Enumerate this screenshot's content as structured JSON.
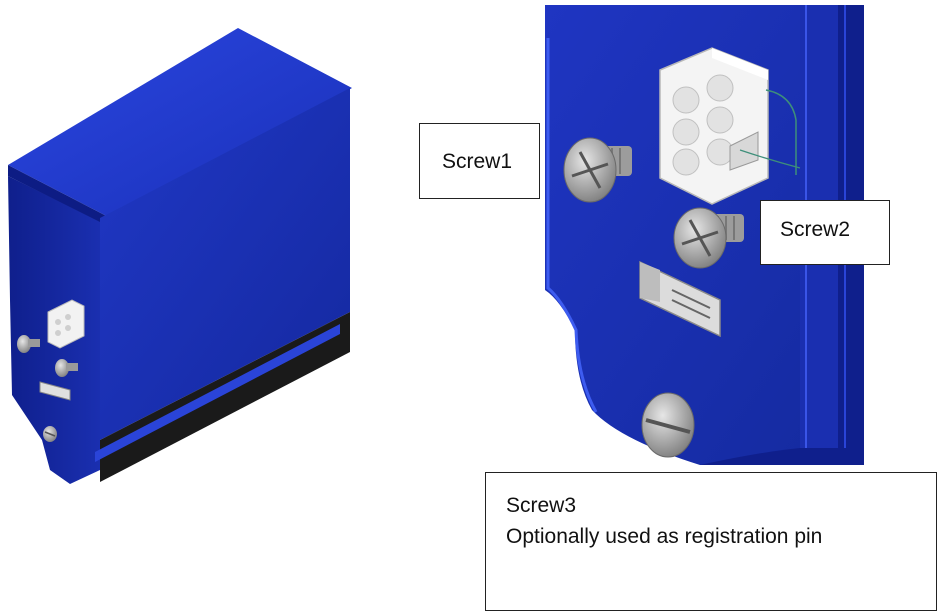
{
  "callouts": {
    "screw1": "Screw1",
    "screw2": "Screw2",
    "screw3_title": "Screw3",
    "screw3_note": "Optionally used as registration pin"
  },
  "colors": {
    "body_blue": "#1a2fb0",
    "dark_blue": "#0c1670",
    "connector_white": "#f2f2f2",
    "screw_gray": "#a8a8a8"
  },
  "icons": [
    "screw-icon",
    "connector-icon",
    "label-tag-icon"
  ]
}
